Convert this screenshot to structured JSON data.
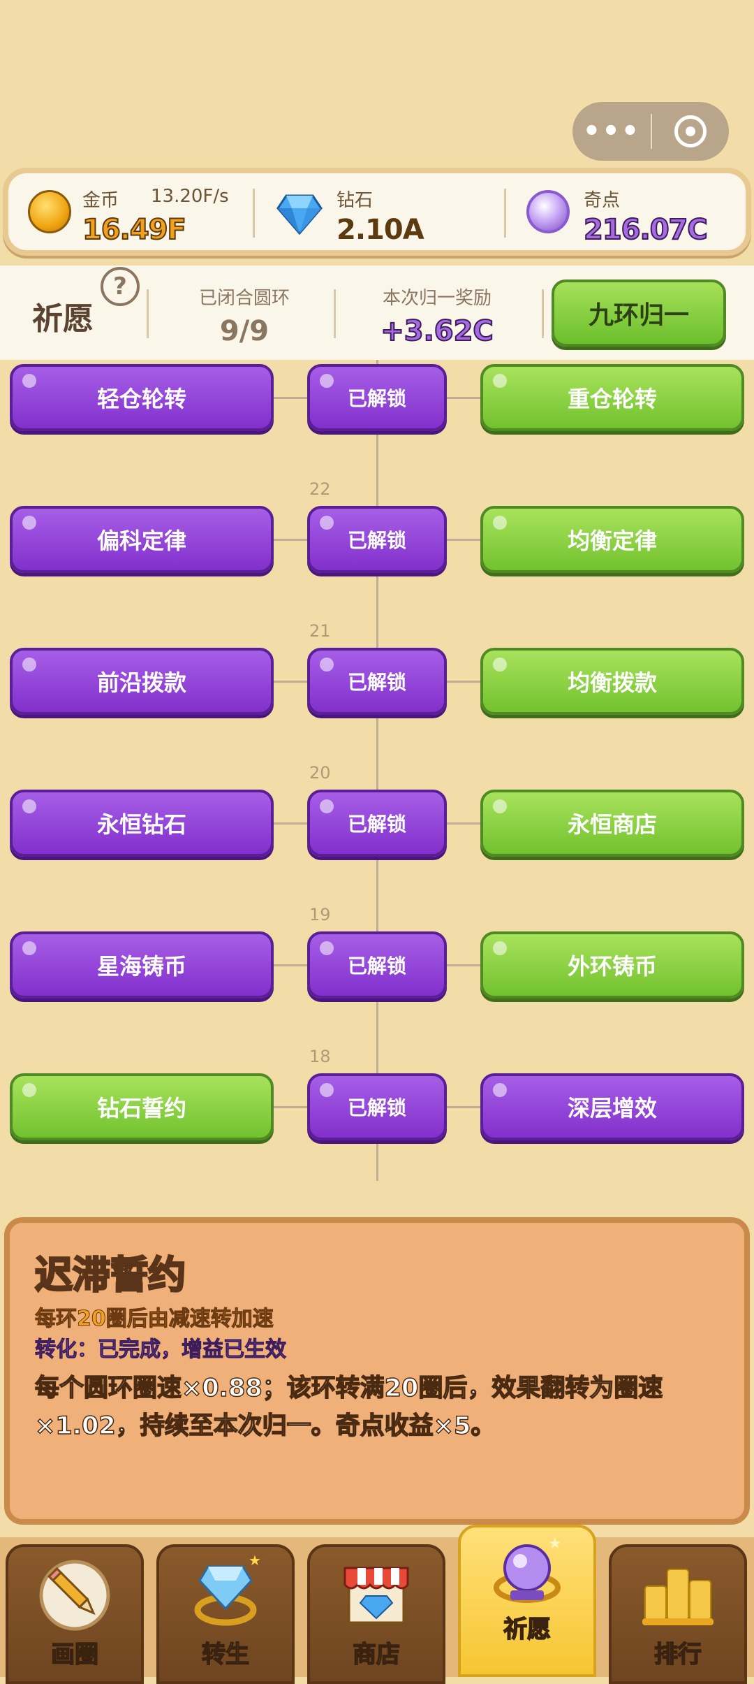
{
  "capsule": {
    "more_icon": "more-dots-icon",
    "close_icon": "target-icon"
  },
  "resources": {
    "gold": {
      "label": "金币",
      "rate": "13.20F/s",
      "value": "16.49F"
    },
    "diamond": {
      "label": "钻石",
      "value": "2.10A"
    },
    "odd": {
      "label": "奇点",
      "value": "216.07C"
    }
  },
  "pray": {
    "title": "祈愿",
    "help": "?",
    "closed_label": "已闭合圆环",
    "closed_value": "9/9",
    "reward_label": "本次归一奖励",
    "reward_value": "+3.62C",
    "button": "九环归一"
  },
  "tree": {
    "rows": [
      {
        "level": "",
        "left": "轻仓轮转",
        "center": "已解锁",
        "right": "重仓轮转",
        "left_color": "purple",
        "right_color": "green"
      },
      {
        "level": "22",
        "left": "偏科定律",
        "center": "已解锁",
        "right": "均衡定律",
        "left_color": "purple",
        "right_color": "green"
      },
      {
        "level": "21",
        "left": "前沿拨款",
        "center": "已解锁",
        "right": "均衡拨款",
        "left_color": "purple",
        "right_color": "green"
      },
      {
        "level": "20",
        "left": "永恒钻石",
        "center": "已解锁",
        "right": "永恒商店",
        "left_color": "purple",
        "right_color": "green"
      },
      {
        "level": "19",
        "left": "星海铸币",
        "center": "已解锁",
        "right": "外环铸币",
        "left_color": "purple",
        "right_color": "green"
      },
      {
        "level": "18",
        "left": "钻石誓约",
        "center": "已解锁",
        "right": "深层增效",
        "left_color": "green",
        "right_color": "purple"
      }
    ]
  },
  "detail": {
    "title": "迟滞誓约",
    "sub1": "每环20圈后由减速转加速",
    "sub2": "转化：已完成，增益已生效",
    "desc": "每个圆环圈速×0.88；该环转满20圈后，效果翻转为圈速×1.02，持续至本次归一。奇点收益×5。"
  },
  "nav": {
    "tabs": [
      {
        "label": "画圈",
        "icon": "pencil-icon"
      },
      {
        "label": "转生",
        "icon": "diamond-ring-icon"
      },
      {
        "label": "商店",
        "icon": "shop-icon"
      },
      {
        "label": "祈愿",
        "icon": "crystal-orb-icon"
      },
      {
        "label": "排行",
        "icon": "podium-icon"
      }
    ],
    "active": "祈愿"
  }
}
